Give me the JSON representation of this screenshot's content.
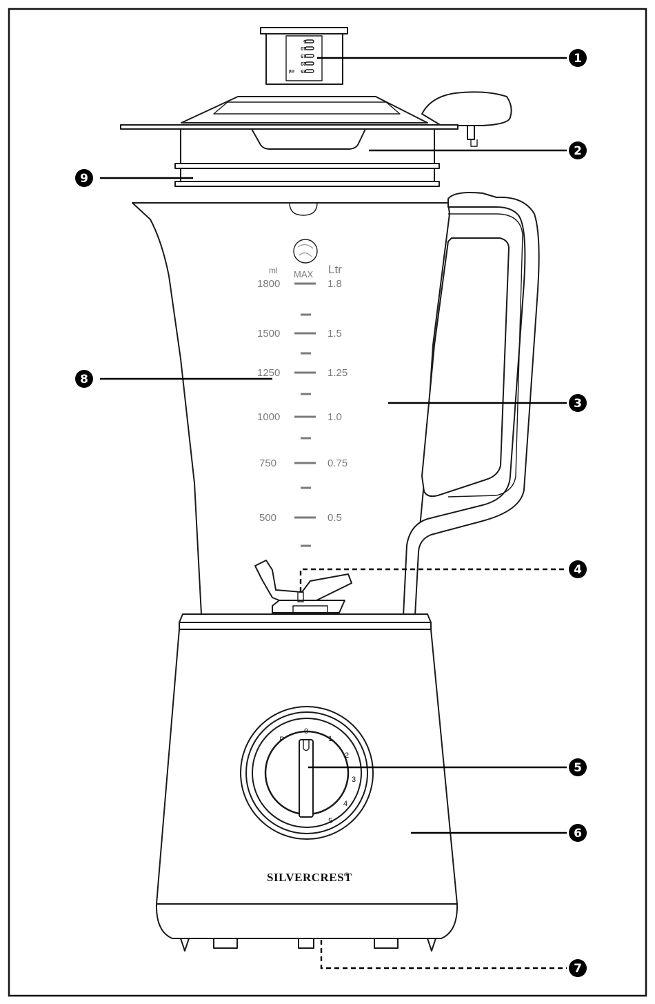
{
  "callouts": [
    "1",
    "2",
    "3",
    "4",
    "5",
    "6",
    "7",
    "8",
    "9"
  ],
  "jar_scale": {
    "ml_unit": "ml",
    "ltr_unit": "Ltr",
    "max_label": "MAX",
    "ml_values": [
      "1800",
      "1500",
      "1250",
      "1000",
      "750",
      "500"
    ],
    "ltr_values": [
      "1.8",
      "1.5",
      "1.25",
      "1.0",
      "0.75",
      "0.5"
    ]
  },
  "measuring_cup": {
    "marks": [
      "5",
      "10",
      "15",
      "20",
      "25"
    ],
    "unit": "ml"
  },
  "dial": {
    "positions": [
      "P",
      "0",
      "1",
      "2",
      "3",
      "4",
      "5"
    ]
  },
  "brand": {
    "name": "SILVERCREST",
    "mark": "®"
  }
}
